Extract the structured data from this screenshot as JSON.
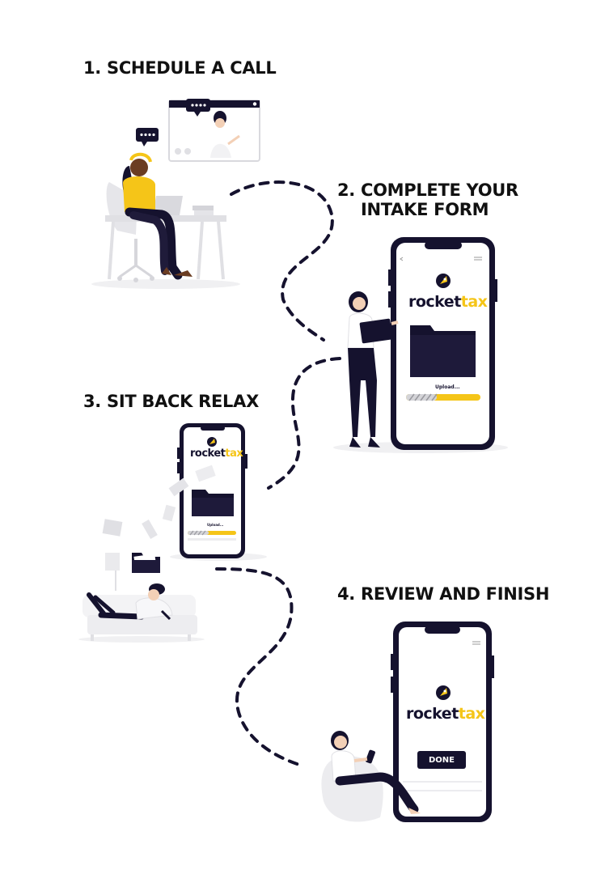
{
  "steps": [
    {
      "title": "1. SCHEDULE A CALL"
    },
    {
      "title_line1": "2. COMPLETE YOUR",
      "title_line2": "INTAKE FORM"
    },
    {
      "title": "3. SIT BACK RELAX"
    },
    {
      "title": "4. REVIEW AND FINISH"
    }
  ],
  "brand": {
    "part1": "rocket",
    "part2": "tax"
  },
  "upload_label": "Upload...",
  "done_label": "DONE",
  "colors": {
    "accent": "#f5c518",
    "navy": "#15122e",
    "text": "#111111",
    "light_gray": "#e9e9ec"
  }
}
